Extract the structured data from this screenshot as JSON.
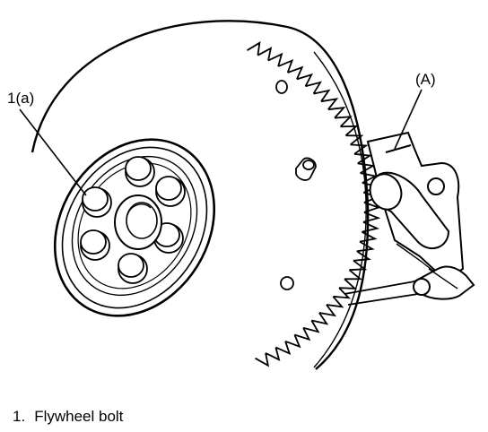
{
  "labels": {
    "bolt_callout": "1(a)",
    "tool_callout": "(A)"
  },
  "caption": {
    "number": "1.",
    "text": "Flywheel bolt"
  },
  "colors": {
    "ink": "#000000",
    "paper": "#ffffff"
  }
}
